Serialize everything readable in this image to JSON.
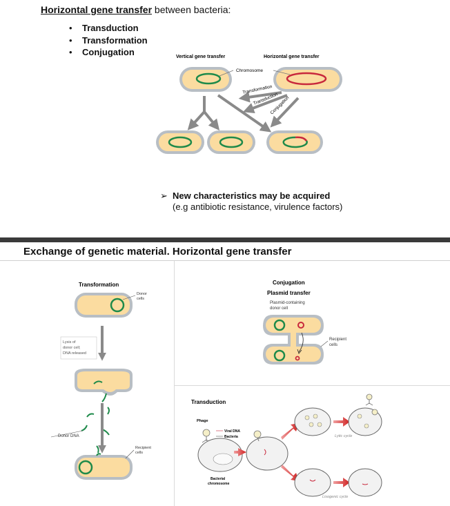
{
  "top": {
    "title_bold": "Horizontal gene transfer",
    "title_rest": " between bacteria:",
    "bullets": [
      "Transduction",
      "Transformation",
      "Conjugation"
    ]
  },
  "vh_diagram": {
    "label_vertical": "Vertical gene transfer",
    "label_horizontal": "Horizontal gene transfer",
    "label_chromosome": "Chromosome",
    "label_transformation": "Transformation",
    "label_transduction": "Transduction",
    "label_conjugation": "Conjugation"
  },
  "note": {
    "main": "New characteristics may be acquired",
    "sub": "(e.g antibiotic resistance, virulence factors)"
  },
  "section": {
    "title": "Exchange of genetic material. Horizontal gene transfer"
  },
  "transformation": {
    "title": "Transformation",
    "donor_cells": [
      "Donor",
      "cells"
    ],
    "lysis": [
      "Lysis of",
      "donor cell;",
      "DNA released"
    ],
    "donor_dna": "Donor DNA",
    "recipient_cells": [
      "Recipient",
      "cells"
    ]
  },
  "conjugation": {
    "title": "Conjugation",
    "subtitle": "Plasmid transfer",
    "plasmid_label": [
      "Plasmid-containing",
      "donor cell"
    ],
    "recipient_label": [
      "Recipient",
      "cells"
    ]
  },
  "transduction": {
    "title": "Transduction",
    "phage": "Phage",
    "viral_dna": "Viral DNA",
    "bacteria": "Bacteria",
    "bacterial_chromosome": [
      "Bacterial",
      "chromosome"
    ],
    "lytic": "Lytic cycle",
    "lysogenic": "Lisogenic cycle"
  },
  "colors": {
    "cell_fill": "#fbdca0",
    "cell_wall": "#9aa3ab",
    "chromosome_green": "#1e8a4a",
    "chromosome_red": "#c8283c",
    "arrow_gray": "#8a8a8a",
    "arrow_red": "#d02020"
  }
}
